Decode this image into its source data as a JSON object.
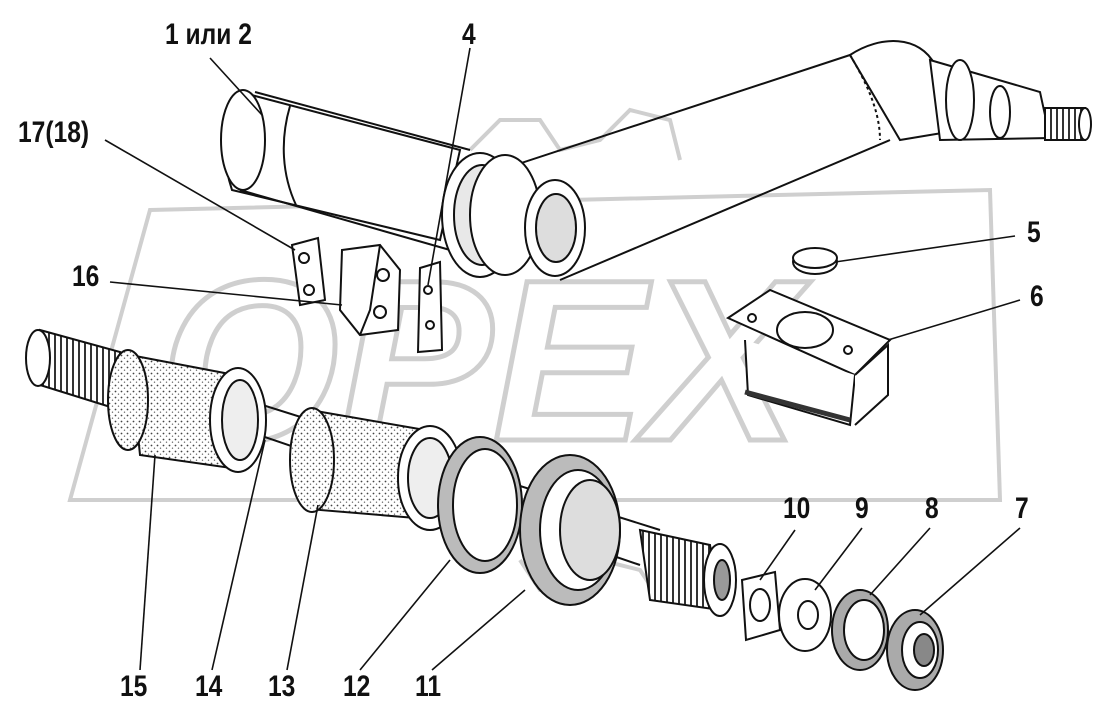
{
  "diagram": {
    "part_labels": [
      {
        "id": "p1",
        "text": "1 или 2"
      },
      {
        "id": "p4",
        "text": "4"
      },
      {
        "id": "p17",
        "text": "17(18)"
      },
      {
        "id": "p16",
        "text": "16"
      },
      {
        "id": "p5",
        "text": "5"
      },
      {
        "id": "p6",
        "text": "6"
      },
      {
        "id": "p10",
        "text": "10"
      },
      {
        "id": "p9",
        "text": "9"
      },
      {
        "id": "p8",
        "text": "8"
      },
      {
        "id": "p7",
        "text": "7"
      },
      {
        "id": "p15",
        "text": "15"
      },
      {
        "id": "p14",
        "text": "14"
      },
      {
        "id": "p13",
        "text": "13"
      },
      {
        "id": "p12",
        "text": "12"
      },
      {
        "id": "p11",
        "text": "11"
      }
    ],
    "watermark": "OPEX",
    "colors": {
      "ink": "#111111",
      "watermark": "#cfcfcf",
      "shade": "#9a9a9a"
    }
  }
}
